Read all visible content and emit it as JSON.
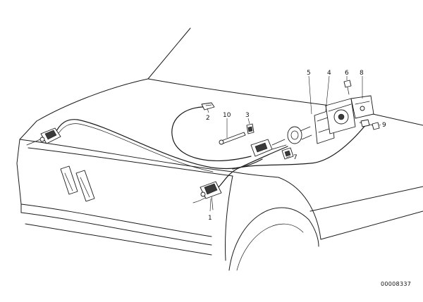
{
  "diagram": {
    "reference_number": "00008337",
    "callouts": [
      {
        "id": "c1",
        "label": "1"
      },
      {
        "id": "c2",
        "label": "2"
      },
      {
        "id": "c3",
        "label": "3"
      },
      {
        "id": "c4",
        "label": "4"
      },
      {
        "id": "c5",
        "label": "5"
      },
      {
        "id": "c6",
        "label": "6"
      },
      {
        "id": "c7",
        "label": "7"
      },
      {
        "id": "c8",
        "label": "8"
      },
      {
        "id": "c9",
        "label": "9"
      },
      {
        "id": "c10",
        "label": "10"
      }
    ]
  }
}
